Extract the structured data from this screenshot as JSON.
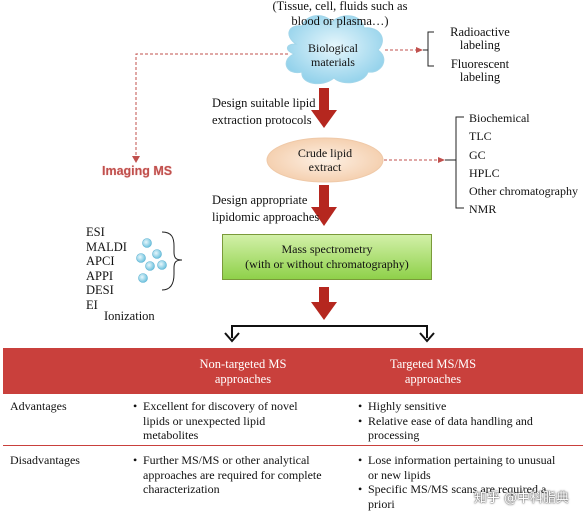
{
  "source": "(Tissue, cell, fluids such as blood or plasma…)",
  "source_line1": "(Tissue, cell, fluids such as",
  "source_line2": "blood or plasma…)",
  "biological_line1": "Biological",
  "biological_line2": "materials",
  "labeling": [
    {
      "line1": "Radioactive",
      "line2": "labeling"
    },
    {
      "line1": "Fluorescent",
      "line2": "labeling"
    }
  ],
  "imaging_ms": "Imaging MS",
  "step1_line1": "Design suitable lipid",
  "step1_line2": "extraction protocols",
  "crude_line1": "Crude lipid",
  "crude_line2": "extract",
  "techniques": [
    "Biochemical",
    "TLC",
    "GC",
    "HPLC",
    "Other chromatography",
    "NMR"
  ],
  "step2_line1": "Design appropriate",
  "step2_line2": "lipidomic approaches",
  "ionization_methods": [
    "ESI",
    "MALDI",
    "APCI",
    "APPI",
    "DESI",
    "EI"
  ],
  "ionization_label": "Ionization",
  "ms_line1": "Mass spectrometry",
  "ms_line2": "(with or without chromatography)",
  "table": {
    "col1_line1": "Non-targeted MS",
    "col1_line2": "approaches",
    "col2_line1": "Targeted MS/MS",
    "col2_line2": "approaches",
    "rows": [
      {
        "label": "Advantages",
        "left": [
          "Excellent for discovery of novel lipids or unexpected lipid metabolites"
        ],
        "right": [
          "Highly sensitive",
          "Relative ease of data handling and processing"
        ]
      },
      {
        "label": "Disadvantages",
        "left": [
          "Further MS/MS or other analytical approaches are required for complete characterization"
        ],
        "right": [
          "Lose information pertaining to unusual or new lipids",
          "Specific MS/MS scans are required a priori"
        ]
      }
    ]
  },
  "watermark": "知乎 @中科脂典",
  "colors": {
    "cloud": "#a8dcef",
    "crude": "#f6d9c0",
    "ms_box_top": "#d2f0a8",
    "ms_box_bottom": "#8fd14a",
    "arrow": "#b5271f",
    "dashed": "#c0504d",
    "table_header": "#c9403c",
    "dot": "#7ec8e0"
  }
}
